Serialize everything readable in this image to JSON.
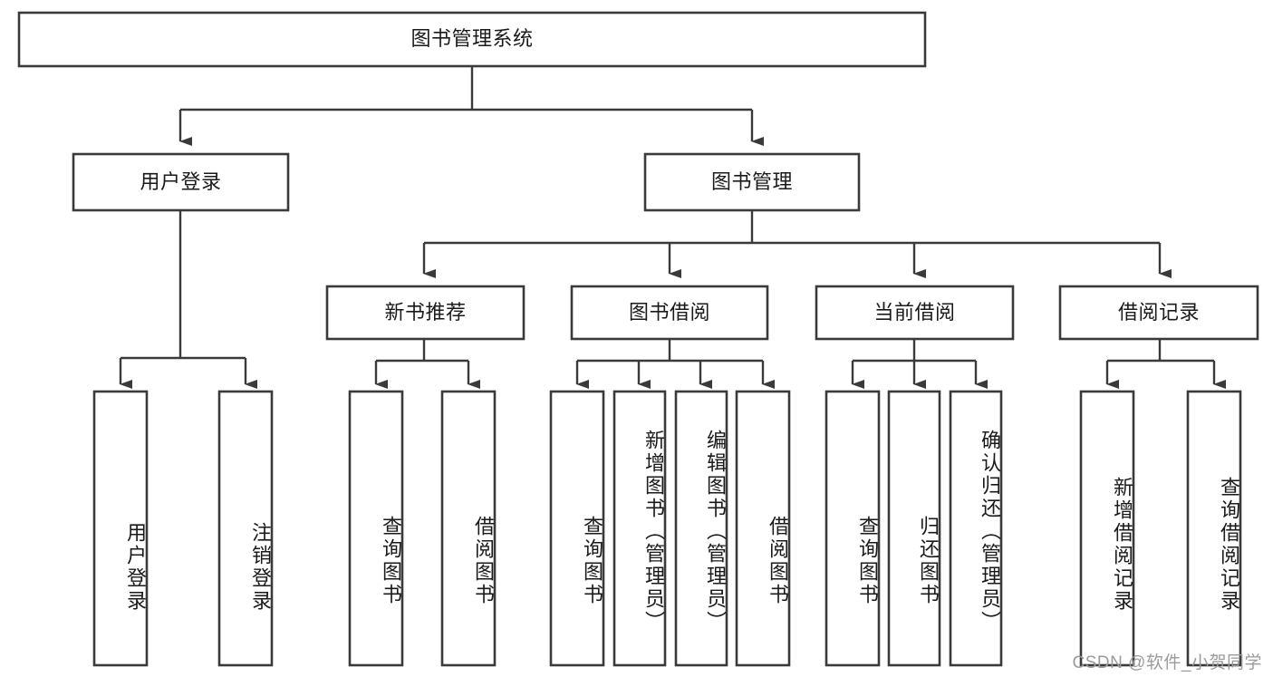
{
  "diagram": {
    "type": "tree-hierarchy",
    "title": "图书管理系统",
    "root": {
      "id": "root",
      "label": "图书管理系统",
      "orientation": "horizontal"
    },
    "level2": [
      {
        "id": "user-login",
        "label": "用户登录",
        "orientation": "horizontal"
      },
      {
        "id": "book-management",
        "label": "图书管理",
        "orientation": "horizontal"
      }
    ],
    "level3": [
      {
        "id": "new-book-recommend",
        "label": "新书推荐",
        "orientation": "horizontal",
        "parent": "book-management"
      },
      {
        "id": "book-borrow",
        "label": "图书借阅",
        "orientation": "horizontal",
        "parent": "book-management"
      },
      {
        "id": "current-borrow",
        "label": "当前借阅",
        "orientation": "horizontal",
        "parent": "book-management"
      },
      {
        "id": "borrow-record",
        "label": "借阅记录",
        "orientation": "horizontal",
        "parent": "book-management"
      }
    ],
    "leaves": [
      {
        "id": "leaf-user-login",
        "label": "用户登录",
        "orientation": "vertical",
        "parent": "user-login"
      },
      {
        "id": "leaf-user-logout",
        "label": "注销登录",
        "orientation": "vertical",
        "parent": "user-login"
      },
      {
        "id": "leaf-query-book-1",
        "label": "查询图书",
        "orientation": "vertical",
        "parent": "new-book-recommend"
      },
      {
        "id": "leaf-borrow-book-1",
        "label": "借阅图书",
        "orientation": "vertical",
        "parent": "new-book-recommend"
      },
      {
        "id": "leaf-query-book-2",
        "label": "查询图书",
        "orientation": "vertical",
        "parent": "book-borrow"
      },
      {
        "id": "leaf-add-book",
        "label": "新增图书（管理员）",
        "orientation": "vertical",
        "parent": "book-borrow"
      },
      {
        "id": "leaf-edit-book",
        "label": "编辑图书（管理员）",
        "orientation": "vertical",
        "parent": "book-borrow"
      },
      {
        "id": "leaf-borrow-book-2",
        "label": "借阅图书",
        "orientation": "vertical",
        "parent": "book-borrow"
      },
      {
        "id": "leaf-query-book-3",
        "label": "查询图书",
        "orientation": "vertical",
        "parent": "current-borrow"
      },
      {
        "id": "leaf-return-book",
        "label": "归还图书",
        "orientation": "vertical",
        "parent": "current-borrow"
      },
      {
        "id": "leaf-confirm-return",
        "label": "确认归还（管理员）",
        "orientation": "vertical",
        "parent": "current-borrow"
      },
      {
        "id": "leaf-add-record",
        "label": "新增借阅记录",
        "orientation": "vertical",
        "parent": "borrow-record"
      },
      {
        "id": "leaf-query-record",
        "label": "查询借阅记录",
        "orientation": "vertical",
        "parent": "borrow-record"
      }
    ],
    "colors": {
      "stroke": "#3a3a3a",
      "fill": "#ffffff",
      "text": "#1a1a1a",
      "watermark": "#9b9b9b"
    }
  },
  "watermark": {
    "text": "CSDN @软件_小贺同学"
  }
}
